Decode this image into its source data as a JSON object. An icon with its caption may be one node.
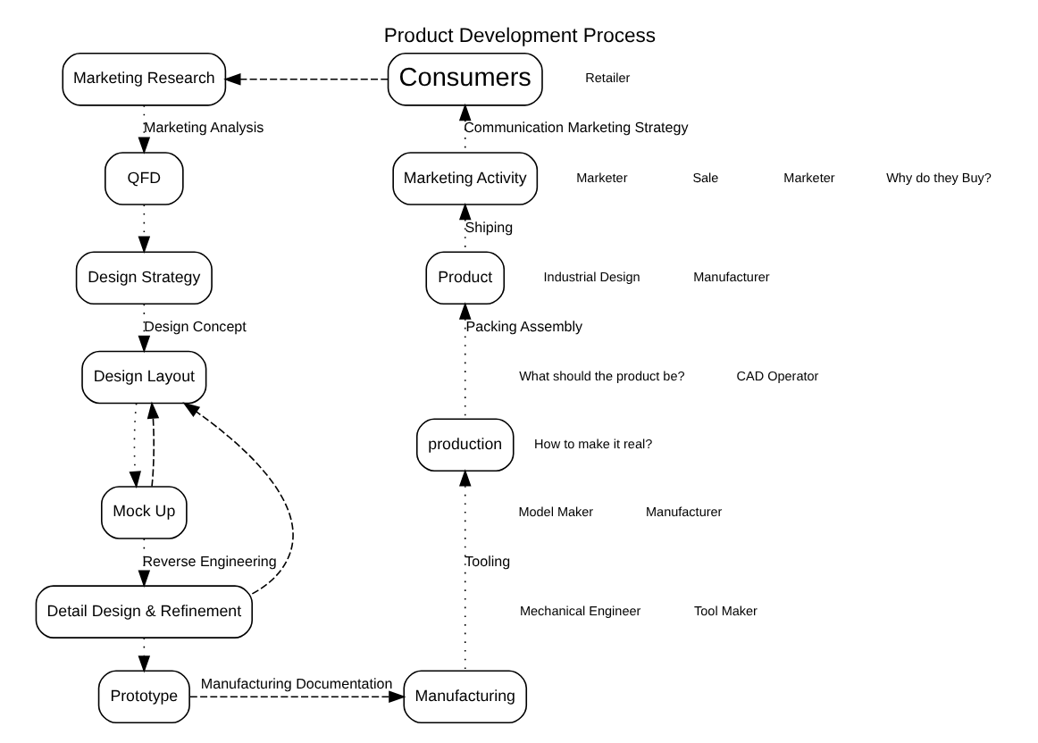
{
  "diagram": {
    "title": "Product Development Process",
    "nodes": [
      {
        "text": [
          "Marketing Research"
        ]
      },
      {
        "text": [
          "QFD"
        ]
      },
      {
        "text": [
          "Design Strategy"
        ]
      },
      {
        "text": [
          "Design Layout"
        ]
      },
      {
        "text": [
          "Mock Up"
        ]
      },
      {
        "text": [
          "Detail Design & Refinement"
        ]
      },
      {
        "text": [
          "Prototype"
        ]
      },
      {
        "text": [
          "Manufacturing"
        ]
      },
      {
        "text": [
          "production"
        ]
      },
      {
        "text": [
          "Product"
        ]
      },
      {
        "text": [
          "Marketing Activity"
        ]
      },
      {
        "text": [
          "Consumers"
        ]
      }
    ],
    "edges": [
      {
        "from": 0,
        "to": 1,
        "arrow": "to",
        "label": "Marketing Analysis"
      },
      {
        "from": 1,
        "to": 2,
        "arrow": "to"
      },
      {
        "from": 2,
        "to": 3,
        "arrow": "to",
        "label": "Design Concept"
      },
      {
        "from": 3,
        "to": 4,
        "arrow": "to"
      },
      {
        "from": 4,
        "to": 3,
        "arrow": "to",
        "style": "dashed"
      },
      {
        "from": 4,
        "to": 5,
        "arrow": "to",
        "label": "Reverse Engineering"
      },
      {
        "from": 5,
        "to": 3,
        "arrow": "to",
        "style": "dashed"
      },
      {
        "from": 5,
        "to": 6,
        "arrow": "to"
      },
      {
        "from": 6,
        "to": 7,
        "arrow": "to",
        "label": "Manufacturing Documentation",
        "style": "dashed"
      },
      {
        "from": 7,
        "to": 8,
        "arrow": "to",
        "label": "Tooling"
      },
      {
        "from": 8,
        "to": 9,
        "arrow": "to",
        "label": "Packing Assembly"
      },
      {
        "from": 9,
        "to": 10,
        "arrow": "to",
        "label": "Shiping"
      },
      {
        "from": 10,
        "to": 11,
        "arrow": "to",
        "label": "Communication Marketing Strategy"
      },
      {
        "from": 11,
        "to": 0,
        "arrow": "to",
        "style": "dashed"
      }
    ],
    "labels": [
      "What should the product be?",
      "Marketer",
      "Industrial Design",
      "CAD Operator",
      "Model Maker",
      "Mechanical Engineer",
      "Tool Maker",
      "Manufacturer",
      "Retailer",
      "Sale",
      "Marketer",
      "Manufacturer",
      "Why do they Buy?",
      "How to make it real?"
    ]
  }
}
